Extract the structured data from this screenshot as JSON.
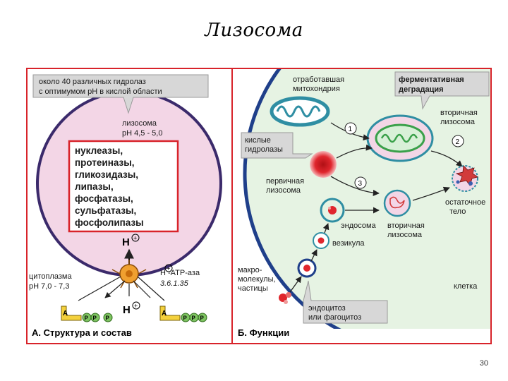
{
  "title": "Лизосома",
  "page_number": "30",
  "panel_a": {
    "callout": [
      "около 40 различных гидролаз",
      "с оптимумом pH в кислой области"
    ],
    "lysosome": [
      "лизосома",
      "pH  4,5 - 5,0"
    ],
    "enzymes": [
      "нуклеазы,",
      "протеиназы,",
      "гликозидазы,",
      "липазы,",
      "фосфатазы,",
      "сульфатазы,",
      "фосфолипазы"
    ],
    "h_plus": "H",
    "cytoplasm": [
      "цитоплазма",
      "pH  7,0 - 7,3"
    ],
    "atpase": [
      "H  -ATP-аза",
      "3.6.1.35"
    ],
    "adp_letter": "A",
    "p_letter": "P",
    "caption": "А. Структура и состав"
  },
  "panel_b": {
    "mito_label": [
      "отработавшая",
      "митохондрия"
    ],
    "degradation_label": [
      "ферментативная",
      "деградация"
    ],
    "acid_hydrolases": [
      "кислые",
      "гидролазы"
    ],
    "secondary_lysosome_top": [
      "вторичная",
      "лизосома"
    ],
    "primary_lysosome": [
      "первичная",
      "лизосома"
    ],
    "step_1": "1",
    "step_2": "2",
    "step_3": "3",
    "residual_body": [
      "остаточное",
      "тело"
    ],
    "endosome": "эндосома",
    "secondary_lysosome_bottom": [
      "вторичная",
      "лизосома"
    ],
    "vesicle": "везикула",
    "macromolecules": [
      "макро-",
      "молекулы,",
      "частицы"
    ],
    "cell": "клетка",
    "endocytosis": [
      "эндоцитоз",
      "или фагоцитоз"
    ],
    "caption": "Б. Функции"
  },
  "colors": {
    "frame_red": "#d8232a",
    "lysosome_pink": "#f3d6e6",
    "cell_green": "#e6f3e3",
    "callout_gray": "#d7d7d7",
    "enzyme_box_red": "#d8232a",
    "phosphate_green": "#7ec461",
    "adp_yellow": "#f4d13c",
    "atpase_orange": "#f0a030",
    "primary_lysosome_red": "#e0262d",
    "mito_teal": "#2f8ea3"
  }
}
